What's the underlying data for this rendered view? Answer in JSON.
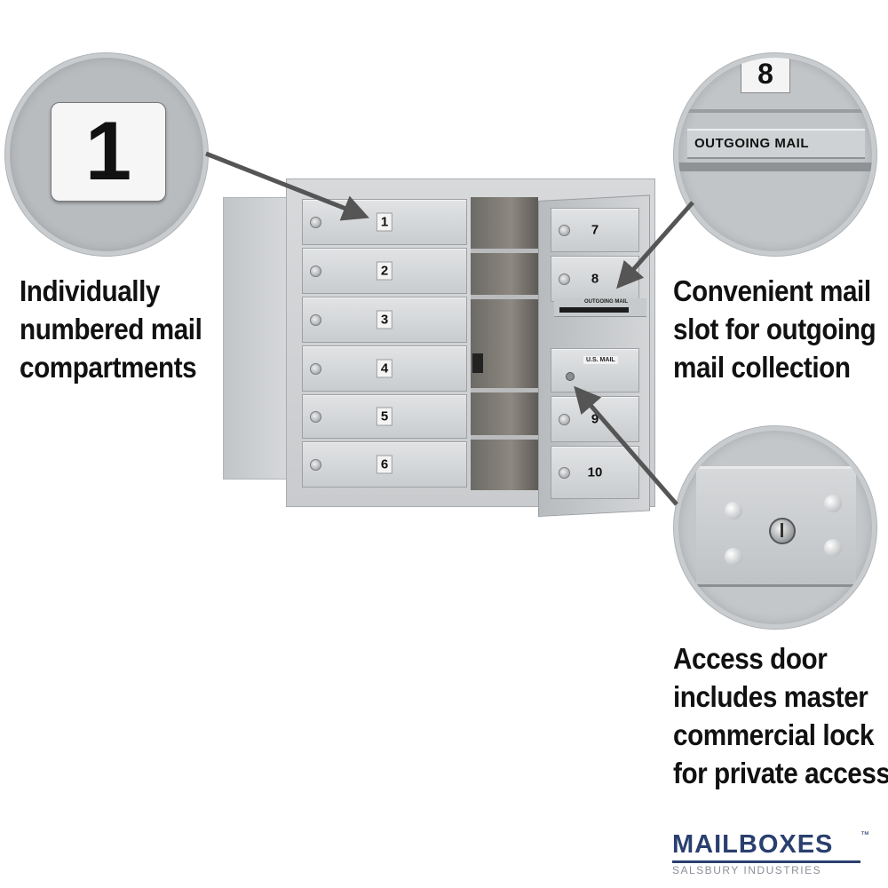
{
  "callouts": {
    "left": {
      "lines": [
        "Individually",
        "numbered mail",
        "compartments"
      ],
      "zoom_label": "1"
    },
    "right_top": {
      "lines": [
        "Convenient mail",
        "slot for outgoing",
        "mail collection"
      ],
      "zoom_number": "8",
      "zoom_label": "OUTGOING MAIL"
    },
    "right_bottom": {
      "lines": [
        "Access door",
        "includes master",
        "commercial lock",
        "for private access"
      ]
    }
  },
  "mailbox": {
    "left_doors": [
      "1",
      "2",
      "3",
      "4",
      "5",
      "6"
    ],
    "right_doors": [
      "7",
      "8",
      "9",
      "10"
    ],
    "outgoing_label": "OUTGOING MAIL",
    "usmail_label": "U.S. MAIL"
  },
  "brand": {
    "name": "MAILBOXES",
    "tm": "™",
    "tagline": "SALSBURY INDUSTRIES",
    "color": "#2a3f6e"
  }
}
